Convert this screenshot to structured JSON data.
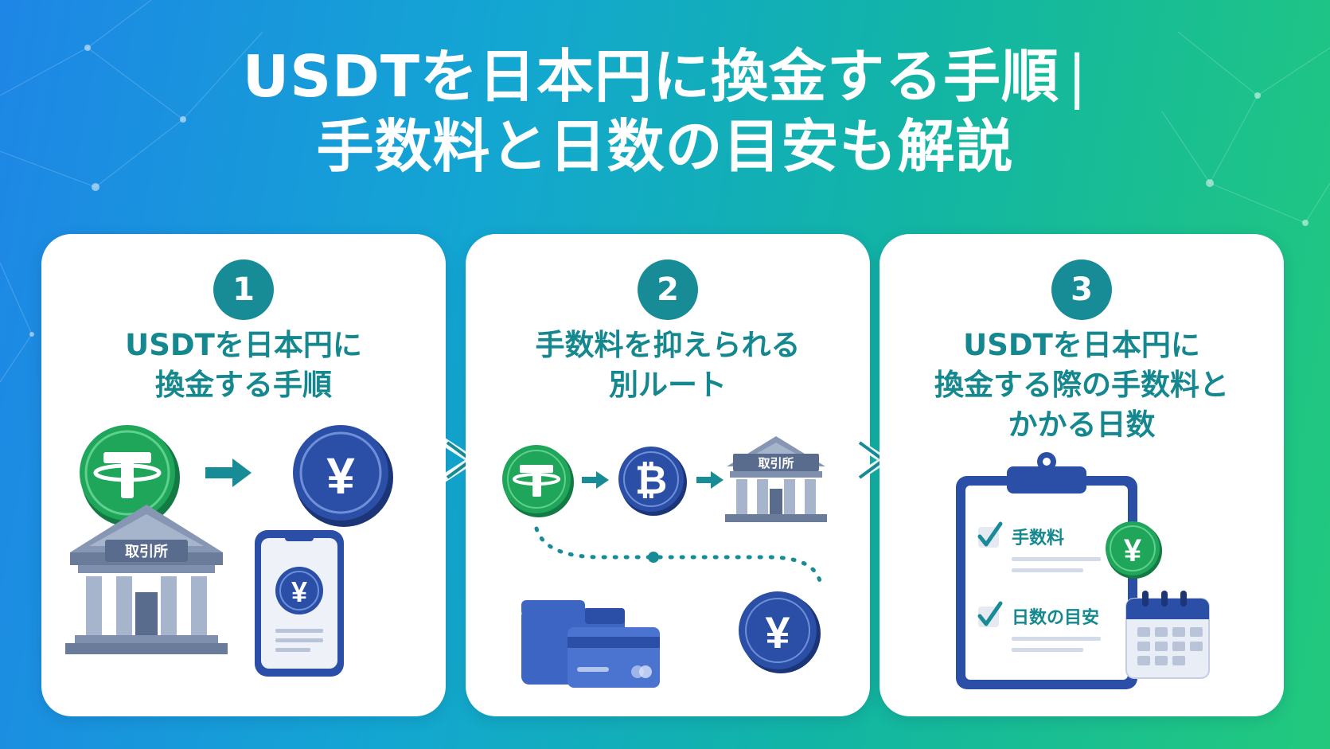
{
  "title": {
    "line1": "USDTを日本円に換金する手順",
    "separator": "|",
    "line2": "手数料と日数の目安も解説"
  },
  "steps": [
    {
      "number": "1",
      "heading_lines": [
        "USDTを日本円に",
        "換金する手順"
      ],
      "labels": {
        "exchange": "取引所",
        "yen": "¥"
      }
    },
    {
      "number": "2",
      "heading_lines": [
        "手数料を抑えられる",
        "別ルート"
      ],
      "labels": {
        "exchange": "取引所",
        "yen": "¥"
      }
    },
    {
      "number": "3",
      "heading_lines": [
        "USDTを日本円に",
        "換金する際の手数料と",
        "かかる日数"
      ],
      "labels": {
        "check1": "手数料",
        "check2": "日数の目安",
        "yen": "¥"
      }
    }
  ],
  "icons": {
    "tether": "tether-coin-icon",
    "yen": "yen-coin-icon",
    "bitcoin": "bitcoin-coin-icon",
    "bank": "exchange-building-icon",
    "phone": "smartphone-icon",
    "wallet": "wallet-icon",
    "card": "credit-card-icon",
    "clipboard": "clipboard-icon",
    "calendar": "calendar-icon",
    "check": "check-icon",
    "arrow": "arrow-right-icon",
    "chevron": "chevron-right-icon"
  },
  "colors": {
    "teal": "#178c97",
    "tether_green": "#1fa65a",
    "yen_blue": "#2b4fa6",
    "bank_gray": "#8797b3",
    "white": "#ffffff"
  }
}
